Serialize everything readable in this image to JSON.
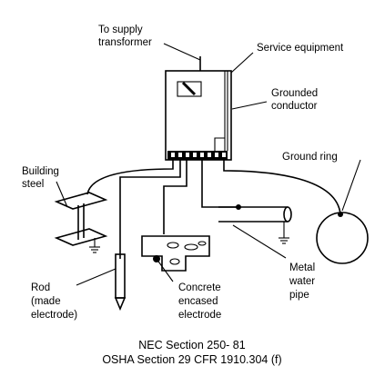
{
  "labels": {
    "supply": [
      "To supply",
      "transformer"
    ],
    "service": "Service equipment",
    "grounded": [
      "Grounded",
      "conductor"
    ],
    "ground_ring": "Ground ring",
    "building_steel": [
      "Building",
      "steel"
    ],
    "rod": [
      "Rod",
      "(made",
      "electrode)"
    ],
    "concrete": [
      "Concrete",
      "encased",
      "electrode"
    ],
    "water": [
      "Metal",
      "water",
      "pipe"
    ]
  },
  "caption": [
    "NEC Section 250- 81",
    "OSHA Section 29 CFR 1910.304 (f)"
  ]
}
